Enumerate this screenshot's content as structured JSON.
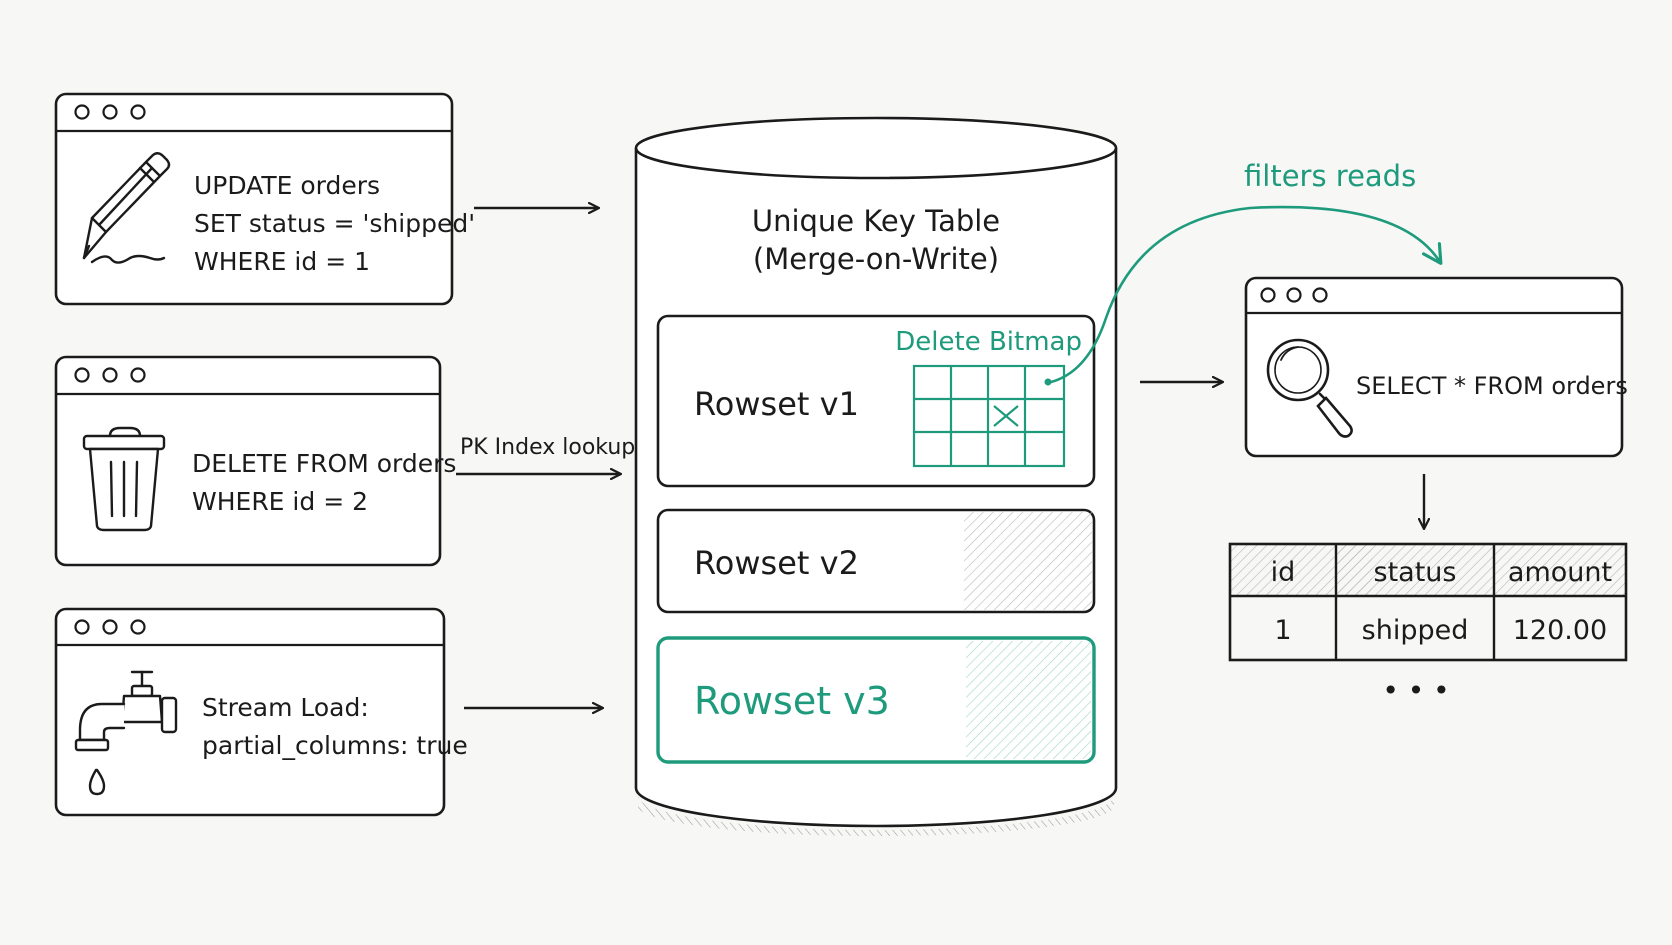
{
  "colors": {
    "ink": "#1b1b1b",
    "accent": "#1e9a7c",
    "background": "#f7f7f5",
    "card": "#ffffff"
  },
  "windows": [
    {
      "id": "update",
      "icon": "pencil-icon",
      "lines": [
        "UPDATE orders",
        "SET status = 'shipped'",
        "WHERE id = 1"
      ]
    },
    {
      "id": "delete",
      "icon": "trash-can-icon",
      "lines": [
        "DELETE FROM orders",
        "WHERE id = 2"
      ]
    },
    {
      "id": "stream",
      "icon": "faucet-icon",
      "lines": [
        "Stream Load:",
        "partial_columns: true"
      ]
    }
  ],
  "pk_lookup_label": "PK Index lookup",
  "table": {
    "title_line1": "Unique Key Table",
    "title_line2": "(Merge-on-Write)",
    "rowsets": [
      "Rowset v1",
      "Rowset v2",
      "Rowset v3"
    ],
    "delete_bitmap_label": "Delete Bitmap"
  },
  "filters_label": "filters reads",
  "query": {
    "icon": "magnifier-icon",
    "text": "SELECT * FROM orders"
  },
  "result": {
    "columns": [
      "id",
      "status",
      "amount"
    ],
    "rows": [
      [
        "1",
        "shipped",
        "120.00"
      ]
    ],
    "more": "• • •"
  }
}
